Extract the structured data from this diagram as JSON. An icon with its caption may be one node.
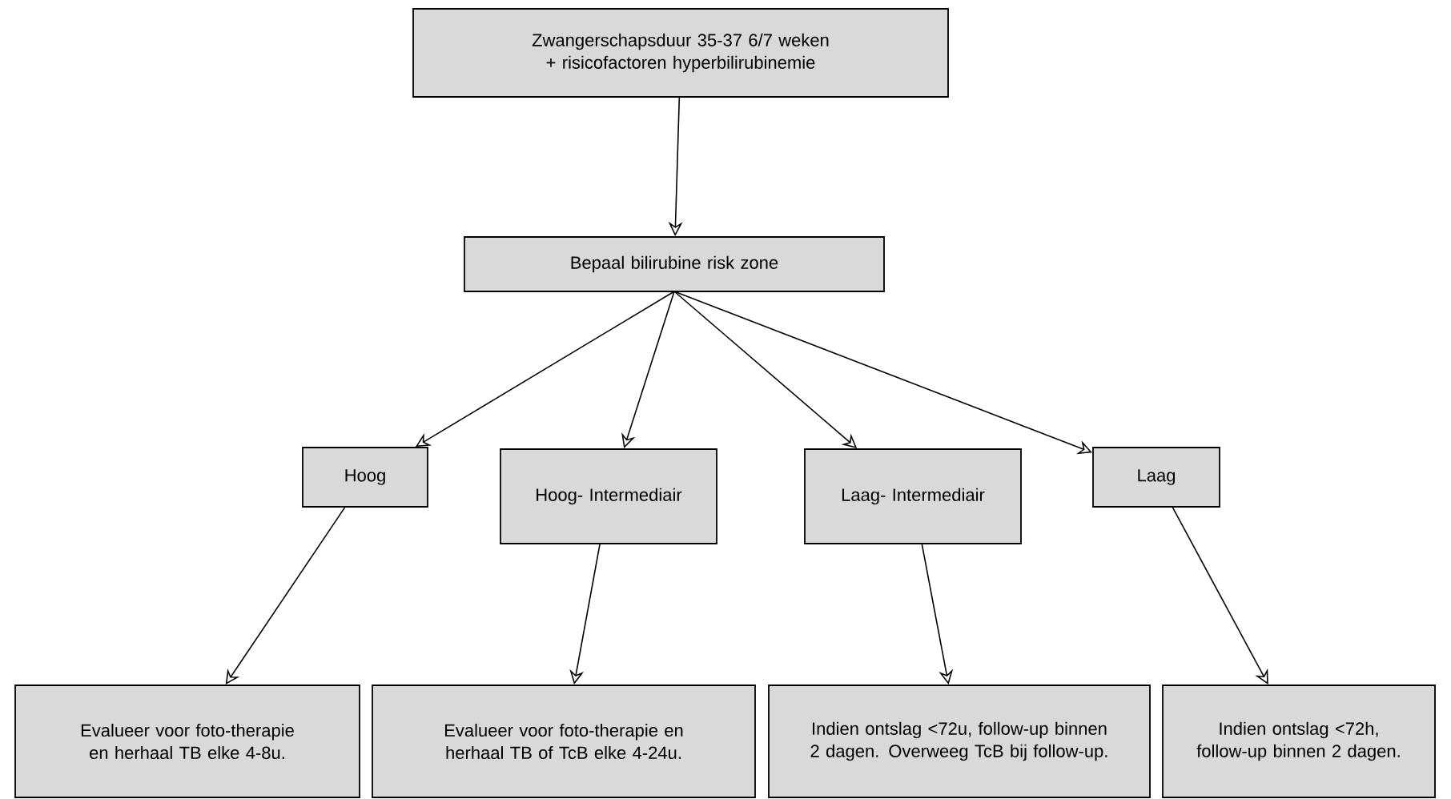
{
  "diagram": {
    "nodes": [
      {
        "text": [
          "Zwangerschapsduur 35-37 6/7 weken + risicofactoren hyperbilirubinemie"
        ]
      },
      {
        "text": [
          "Bepaal bilirubine risk zone"
        ]
      },
      {
        "text": [
          "Hoog"
        ]
      },
      {
        "text": [
          "Hoog- Intermediair"
        ]
      },
      {
        "text": [
          "Laag- Intermediair"
        ]
      },
      {
        "text": [
          "Laag"
        ]
      },
      {
        "text": [
          "Evalueer voor foto-therapie en herhaal TB elke 4-8u."
        ]
      },
      {
        "text": [
          "Evalueer voor foto-therapie en herhaal TB of TcB elke 4-24u."
        ]
      },
      {
        "text": [
          "Indien ontslag <72u, follow-up binnen 2 dagen. Overweeg TcB bij follow-up."
        ]
      },
      {
        "text": [
          "Indien ontslag <72h, follow-up binnen 2 dagen."
        ]
      }
    ],
    "edges": [
      {
        "from": 0,
        "to": 1,
        "arrow": "to"
      },
      {
        "from": 1,
        "to": 2,
        "arrow": "to"
      },
      {
        "from": 1,
        "to": 3,
        "arrow": "to"
      },
      {
        "from": 1,
        "to": 4,
        "arrow": "to"
      },
      {
        "from": 1,
        "to": 5,
        "arrow": "to"
      },
      {
        "from": 2,
        "to": 6,
        "arrow": "to"
      },
      {
        "from": 3,
        "to": 7,
        "arrow": "to"
      },
      {
        "from": 4,
        "to": 8,
        "arrow": "to"
      },
      {
        "from": 5,
        "to": 9,
        "arrow": "to"
      }
    ]
  }
}
